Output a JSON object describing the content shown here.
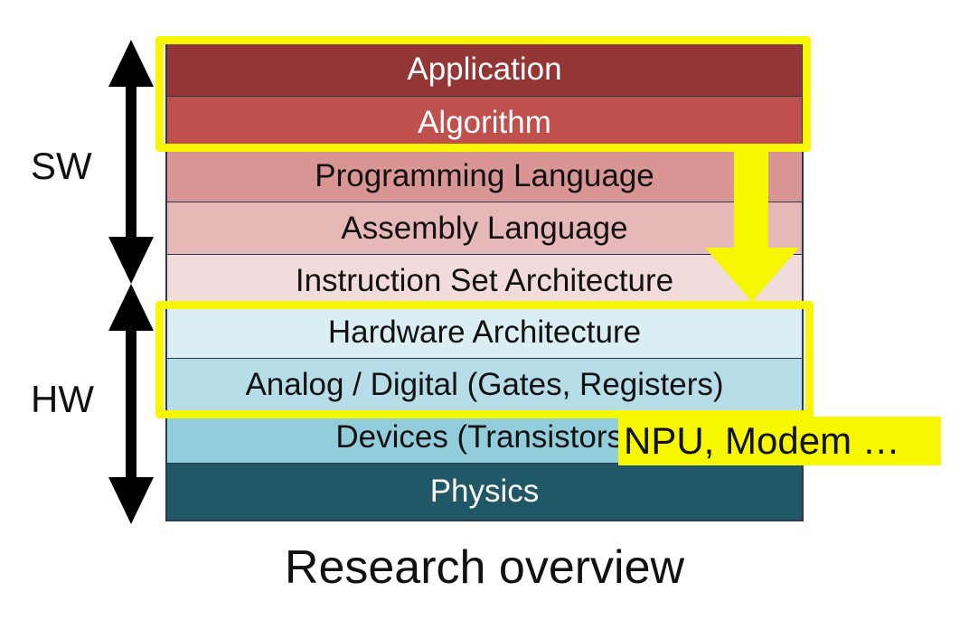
{
  "layers": [
    {
      "label": "Application",
      "color": "#943636",
      "text_color": "#ffffff"
    },
    {
      "label": "Algorithm",
      "color": "#c0504d",
      "text_color": "#ffffff"
    },
    {
      "label": "Programming Language",
      "color": "#d99594",
      "text_color": "#111111"
    },
    {
      "label": "Assembly Language",
      "color": "#e6b9b8",
      "text_color": "#111111"
    },
    {
      "label": "Instruction Set Architecture",
      "color": "#f2dcdb",
      "text_color": "#111111"
    },
    {
      "label": "Hardware Architecture",
      "color": "#dbeef3",
      "text_color": "#111111"
    },
    {
      "label": "Analog /  Digital (Gates, Registers)",
      "color": "#b6dde8",
      "text_color": "#111111"
    },
    {
      "label": "Devices (Transistors)",
      "color": "#92cddc",
      "text_color": "#111111"
    },
    {
      "label": "Physics",
      "color": "#215867",
      "text_color": "#ffffff"
    }
  ],
  "side_labels": {
    "sw": "SW",
    "hw": "HW"
  },
  "callout": {
    "text": "NPU, Modem …",
    "color": "#f6f700"
  },
  "caption": "Research overview"
}
